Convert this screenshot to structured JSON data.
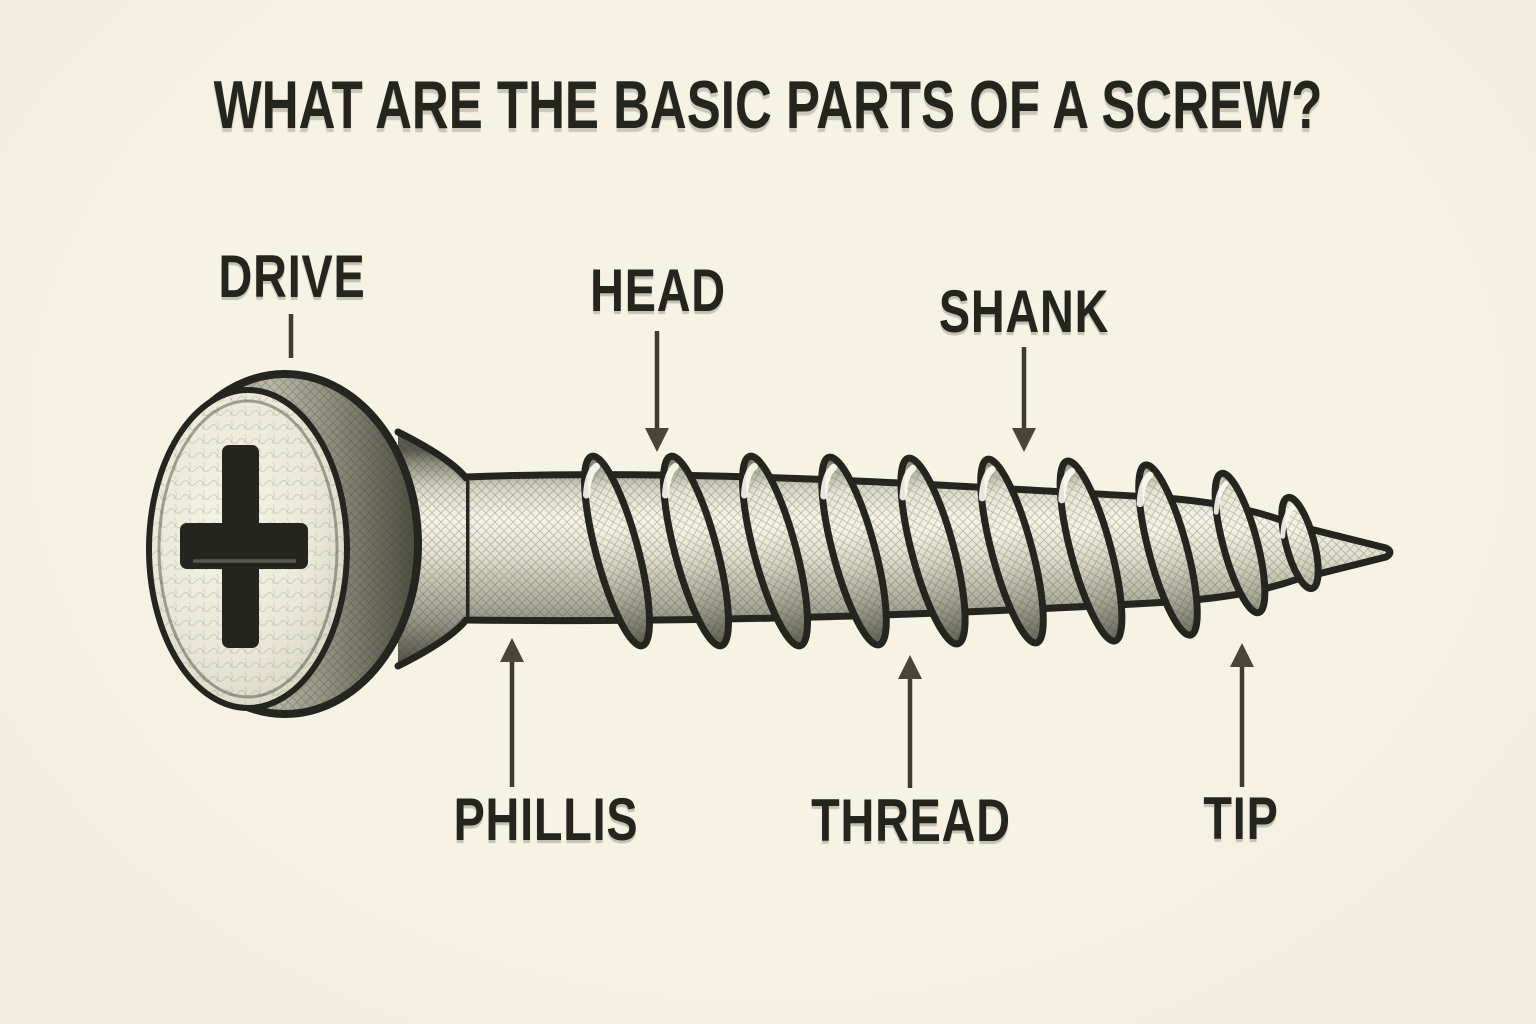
{
  "title": "WHAT ARE THE BASIC PARTS OF A SCREW?",
  "diagram": {
    "subject": "basic parts of a screw",
    "labels": {
      "drive": "DRIVE",
      "head": "HEAD",
      "shank": "SHANK",
      "phillips": "PHILLIS",
      "thread": "THREAD",
      "tip": "TIP"
    },
    "colors": {
      "background": "#f6f2e4",
      "ink": "#24261e",
      "arrow": "#4b4535",
      "metal_light": "#f6f3e4",
      "metal_mid": "#c6c3b2",
      "metal_dark": "#504f45"
    }
  }
}
